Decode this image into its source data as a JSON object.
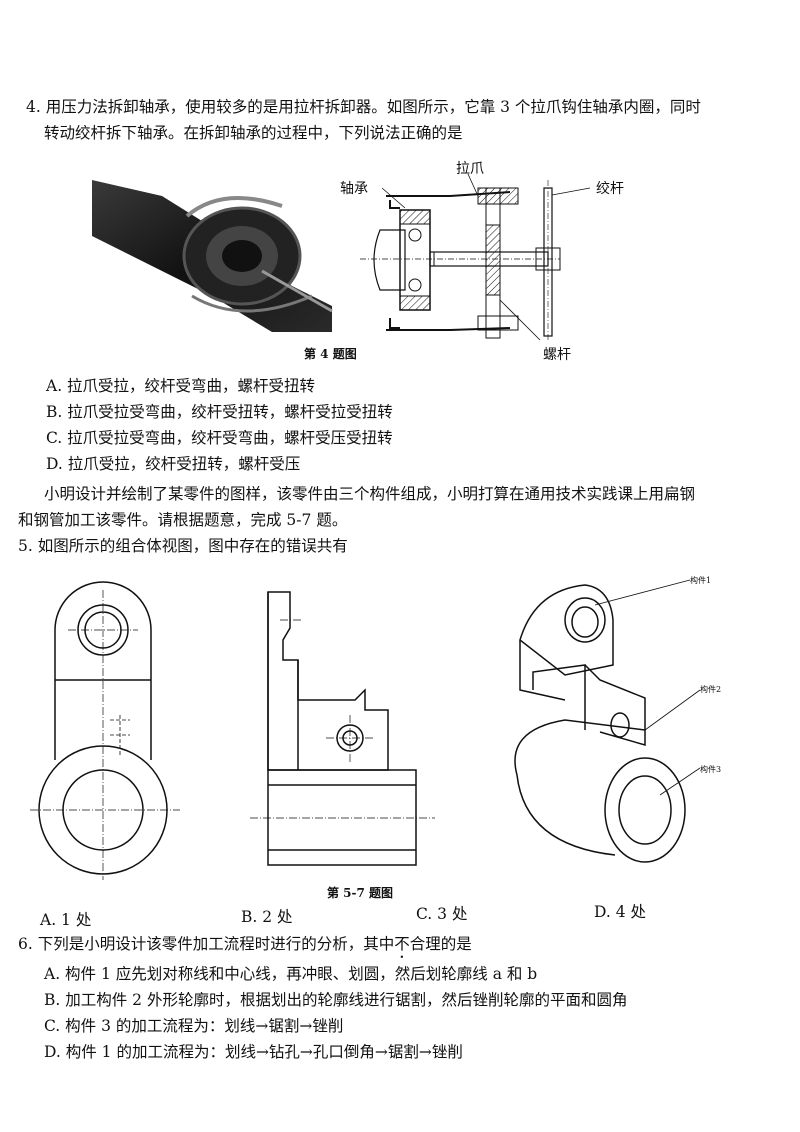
{
  "q4": {
    "line1": "4. 用压力法拆卸轴承，使用较多的是用拉杆拆卸器。如图所示，它靠 3 个拉爪钩住轴承内圈，同时",
    "line2": "转动绞杆拆下轴承。在拆卸轴承的过程中，下列说法正确的是",
    "labels": {
      "bearing": "轴承",
      "claw": "拉爪",
      "handle": "绞杆",
      "screw": "螺杆"
    },
    "caption": "第 4 题图",
    "options": [
      "A. 拉爪受拉，绞杆受弯曲，螺杆受扭转",
      "B. 拉爪受拉受弯曲，绞杆受扭转，螺杆受拉受扭转",
      "C. 拉爪受拉受弯曲，绞杆受弯曲，螺杆受压受扭转",
      "D. 拉爪受拉，绞杆受扭转，螺杆受压"
    ]
  },
  "intro": {
    "line1": "小明设计并绘制了某零件的图样，该零件由三个构件组成，小明打算在通用技术实践课上用扁钢",
    "line2": "和钢管加工该零件。请根据题意，完成 5-7 题。"
  },
  "q5": {
    "text": "5. 如图所示的组合体视图，图中存在的错误共有",
    "labels": {
      "part1": "构件1",
      "part2": "构件2",
      "part3": "构件3"
    },
    "caption": "第 5-7 题图",
    "options": [
      "A. 1 处",
      "B. 2 处",
      "C. 3 处",
      "D. 4 处"
    ]
  },
  "q6": {
    "text_pre": "6. 下列是小明设计该零件加工流程时进行的分析，其中",
    "text_emph": "不",
    "text_post": "合理的是",
    "options": [
      "A. 构件 1 应先划对称线和中心线，再冲眼、划圆，然后划轮廓线 a 和 b",
      "B. 加工构件 2 外形轮廓时，根据划出的轮廓线进行锯割，然后锉削轮廓的平面和圆角",
      "C. 构件 3 的加工流程为：划线→锯割→锉削",
      "D. 构件 1 的加工流程为：划线→钻孔→孔口倒角→锯割→锉削"
    ]
  }
}
